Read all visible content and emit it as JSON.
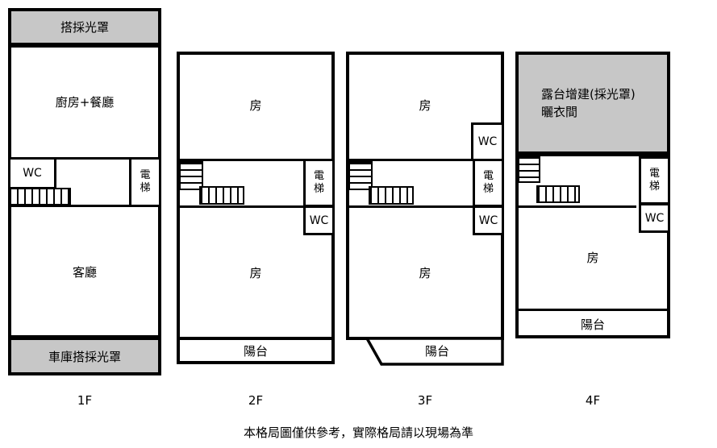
{
  "colors": {
    "shaded_fill": "#c7c7c7",
    "wall": "#000000"
  },
  "floors": [
    {
      "label": "1F",
      "rooms": {
        "canopy": "搭採光罩",
        "kitchen_dining": "廚房+餐廳",
        "wc": "WC",
        "elevator": "電梯",
        "living": "客廳",
        "garage": "車庫搭採光罩"
      }
    },
    {
      "label": "2F",
      "rooms": {
        "room_top": "房",
        "elevator": "電梯",
        "wc": "WC",
        "room_bottom": "房",
        "balcony": "陽台"
      }
    },
    {
      "label": "3F",
      "rooms": {
        "room_top": "房",
        "wc_top": "WC",
        "elevator": "電梯",
        "wc": "WC",
        "room_bottom": "房",
        "balcony": "陽台"
      }
    },
    {
      "label": "4F",
      "rooms": {
        "terrace_line1": "露台增建(採光罩)",
        "terrace_line2": "曬衣間",
        "elevator": "電梯",
        "wc": "WC",
        "room": "房",
        "balcony": "陽台"
      }
    }
  ],
  "footer": {
    "disclaimer": "本格局圖僅供參考，實際格局請以現場為準"
  }
}
